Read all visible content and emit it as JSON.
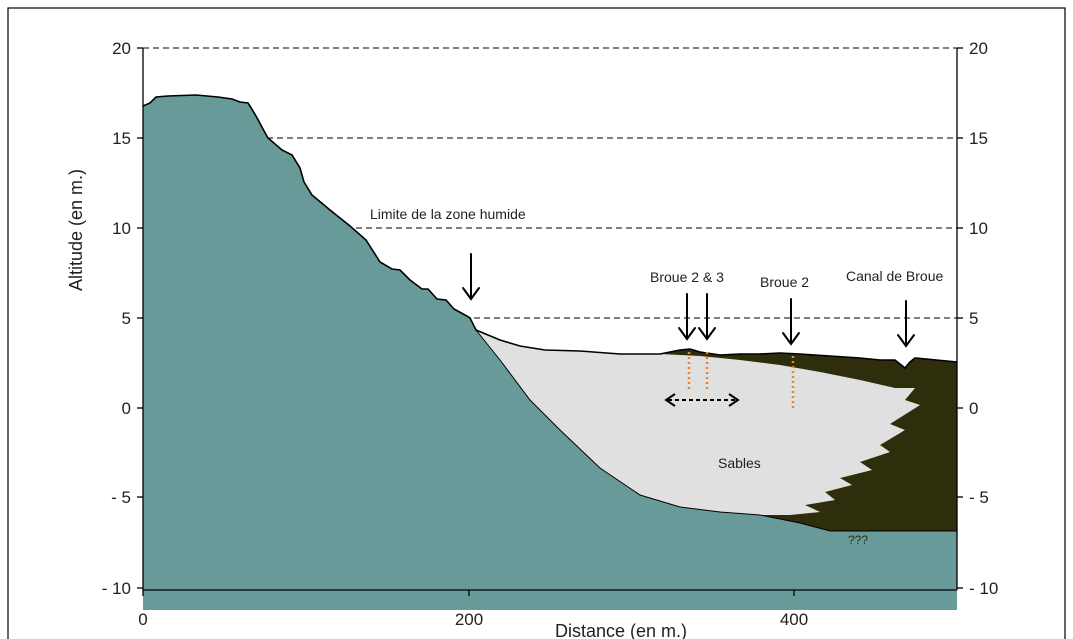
{
  "figure": {
    "ylabel": "Altitude (en m.)",
    "xlabel": "Distance (en m.)",
    "x_ticks": [
      "0",
      "200",
      "400"
    ],
    "y_ticks_left": [
      "20",
      "15",
      "10",
      "5",
      "0",
      "- 5",
      "- 10"
    ],
    "y_ticks_right": [
      "20",
      "15",
      "10",
      "5",
      "0",
      "- 5",
      "- 10"
    ],
    "annotations": {
      "wetland_limit": "Limite de la zone humide",
      "broue_2_3": "Broue 2 & 3",
      "broue_2": "Broue 2",
      "canal": "Canal de Broue",
      "sables": "Sables",
      "unknown": "???"
    },
    "colors": {
      "bedrock": "#699a9a",
      "sand": "#e0e0e0",
      "marsh": "#2f2e0c",
      "boreholes": "#e8852a"
    }
  }
}
